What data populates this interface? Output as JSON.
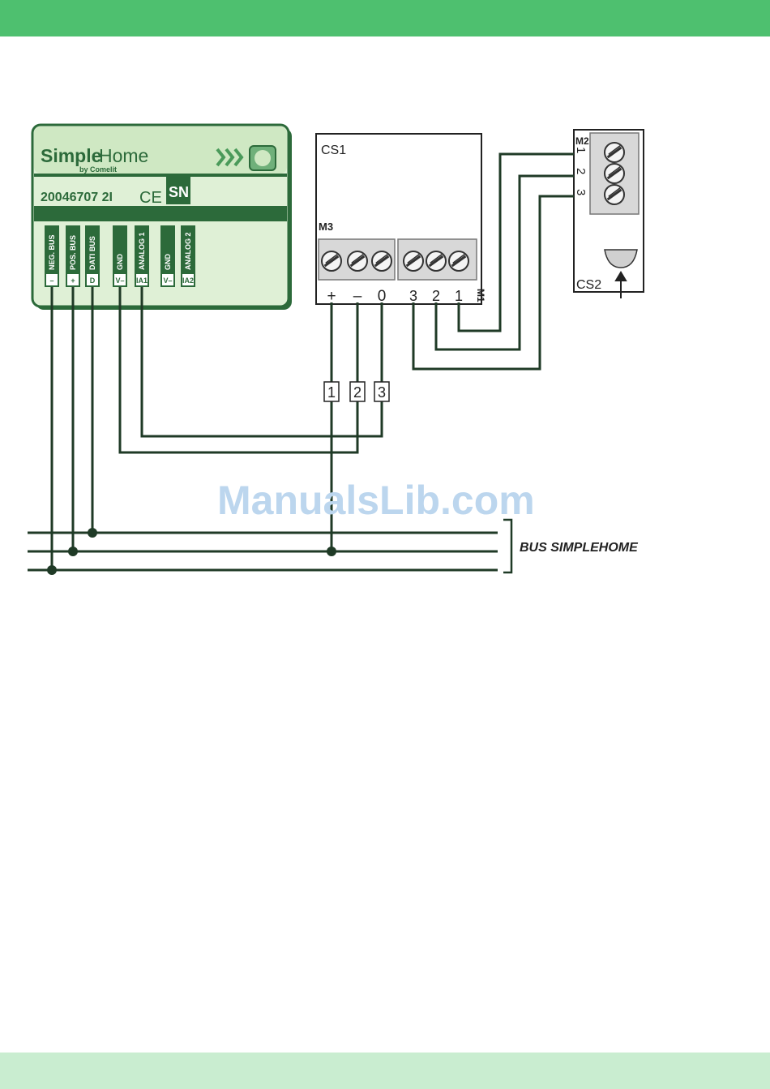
{
  "colors": {
    "header": "#4ec06f",
    "footer": "#c9edd0",
    "module_body": "#dff0d6",
    "module_band": "#2c6a3a",
    "wire": "#1f3a26"
  },
  "module": {
    "brand_simple": "Simple",
    "brand_home": "Home",
    "brand_by": "by Comelit",
    "code": "20046707  2I",
    "ce": "CE",
    "sn": "SN",
    "terminals": [
      {
        "label": "NEG. BUS",
        "symbol": "–"
      },
      {
        "label": "POS. BUS",
        "symbol": "+"
      },
      {
        "label": "DATI BUS",
        "symbol": "D"
      },
      {
        "label": "GND",
        "symbol": "V–"
      },
      {
        "label": "ANALOG 1",
        "symbol": "IA1"
      },
      {
        "label": "GND",
        "symbol": "V–"
      },
      {
        "label": "ANALOG 2",
        "symbol": "IA2"
      }
    ]
  },
  "cs1": {
    "title": "CS1",
    "m3": "M3",
    "m1": "M1",
    "left_terminals": [
      "+",
      "–",
      "0"
    ],
    "right_terminals": [
      "3",
      "2",
      "1"
    ]
  },
  "cs2": {
    "title": "CS2",
    "m2": "M2",
    "terminals": [
      "1",
      "2",
      "3"
    ]
  },
  "wire_tags": [
    "1",
    "2",
    "3"
  ],
  "bus_label": "BUS SIMPLEHOME",
  "watermark": "ManualsLib.com"
}
